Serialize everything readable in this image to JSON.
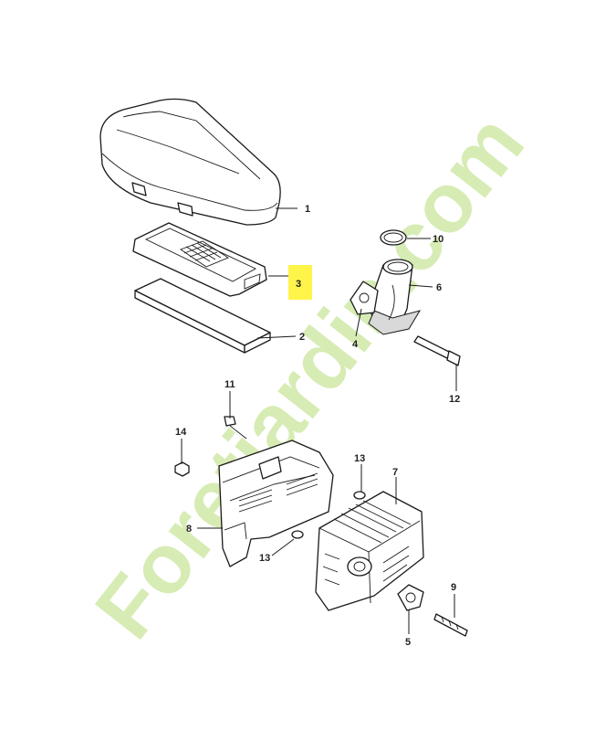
{
  "watermark": {
    "text": "Foretjardin.com",
    "color": "#d7ecb4",
    "dot_color": "#e6dccf"
  },
  "highlight_color": "#fff44a",
  "highlighted_label": "3",
  "labels": {
    "p1": "1",
    "p2": "2",
    "p3": "3",
    "p4": "4",
    "p5": "5",
    "p6": "6",
    "p7": "7",
    "p8": "8",
    "p9": "9",
    "p10": "10",
    "p11": "11",
    "p12": "12",
    "p13a": "13",
    "p13b": "13",
    "p14": "14"
  }
}
